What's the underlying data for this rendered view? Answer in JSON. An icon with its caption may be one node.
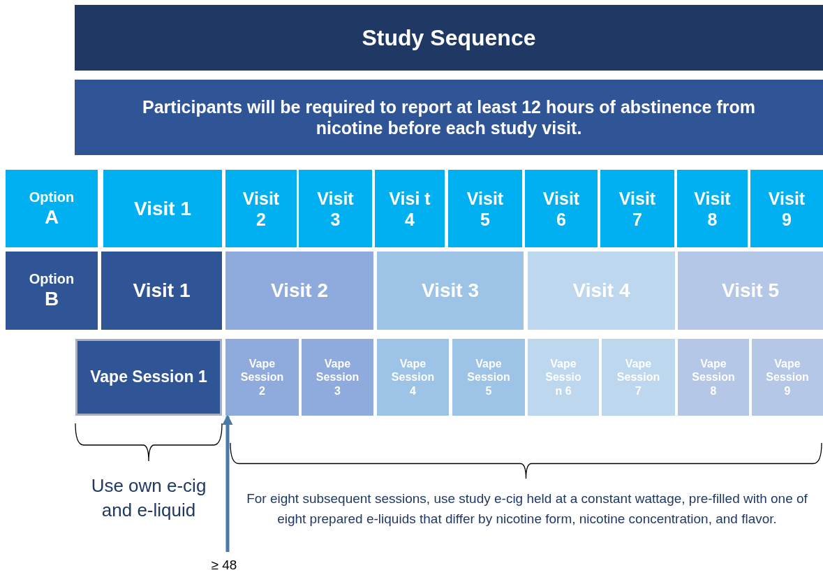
{
  "diagram": {
    "nodes": [
      {
        "text": [
          "Study Sequence"
        ]
      },
      {
        "text": [
          "Participants will be required to report at least 12 hours of abstinence from nicotine before each study visit."
        ]
      },
      {
        "text": [
          "Option",
          "A"
        ]
      },
      {
        "text": [
          "Visit 1"
        ]
      },
      {
        "text": [
          "Visit 2"
        ]
      },
      {
        "text": [
          "Visit 3"
        ]
      },
      {
        "text": [
          "Visi t 4"
        ]
      },
      {
        "text": [
          "Visit 5"
        ]
      },
      {
        "text": [
          "Visit 6"
        ]
      },
      {
        "text": [
          "Visit 7"
        ]
      },
      {
        "text": [
          "Visit 8"
        ]
      },
      {
        "text": [
          "Visit 9"
        ]
      },
      {
        "text": [
          "Option",
          "B"
        ]
      },
      {
        "text": [
          "Visit 1"
        ]
      },
      {
        "text": [
          "Visit 2"
        ]
      },
      {
        "text": [
          "Visit 3"
        ]
      },
      {
        "text": [
          "Visit 4"
        ]
      },
      {
        "text": [
          "Visit 5"
        ]
      },
      {
        "text": [
          "Vape Session 1"
        ]
      },
      {
        "text": [
          "Vape Session 2"
        ]
      },
      {
        "text": [
          "Vape Session 3"
        ]
      },
      {
        "text": [
          "Vape Session 4"
        ]
      },
      {
        "text": [
          "Vape Session 5"
        ]
      },
      {
        "text": [
          "Vape Sessio n 6"
        ]
      },
      {
        "text": [
          "Vape Session 7"
        ]
      },
      {
        "text": [
          "Vape Session 8"
        ]
      },
      {
        "text": [
          "Vape Session 9"
        ]
      },
      {
        "text": [
          "≥ 48"
        ]
      }
    ],
    "edges": [
      {
        "from": 27,
        "to": 19,
        "arrow": "to"
      }
    ],
    "labels": [
      "Use own e-cig and e-liquid",
      "For eight subsequent sessions, use study e-cig held at a constant wattage, pre-filled with one of eight prepared e-liquids that differ by nicotine form, nicotine concentration, and flavor."
    ]
  }
}
